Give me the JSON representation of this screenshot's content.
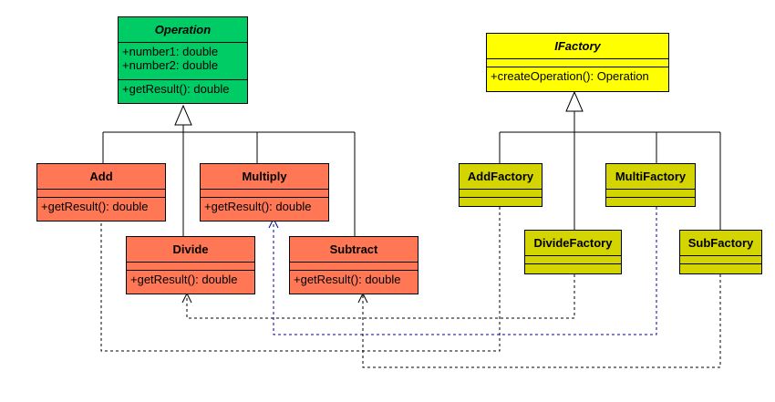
{
  "colors": {
    "operation_fill": "#00cc66",
    "ifactory_fill": "#ffff00",
    "concrete_operation_fill": "#ff7755",
    "concrete_factory_fill": "#d4d400",
    "dependency_black": "#000000",
    "dependency_blue": "#000099"
  },
  "classes": {
    "operation": {
      "name": "Operation",
      "attributes": [
        "+number1: double",
        "+number2: double"
      ],
      "methods": [
        "+getResult(): double"
      ]
    },
    "ifactory": {
      "name": "IFactory",
      "attributes": [],
      "methods": [
        "+createOperation(): Operation"
      ]
    },
    "add": {
      "name": "Add",
      "methods": [
        "+getResult(): double"
      ]
    },
    "multiply": {
      "name": "Multiply",
      "methods": [
        "+getResult(): double"
      ]
    },
    "divide": {
      "name": "Divide",
      "methods": [
        "+getResult(): double"
      ]
    },
    "subtract": {
      "name": "Subtract",
      "methods": [
        "+getResult(): double"
      ]
    },
    "add_factory": {
      "name": "AddFactory"
    },
    "multi_factory": {
      "name": "MultiFactory"
    },
    "divide_factory": {
      "name": "DivideFactory"
    },
    "sub_factory": {
      "name": "SubFactory"
    }
  },
  "relationships": [
    {
      "type": "generalization",
      "from": "Add",
      "to": "Operation"
    },
    {
      "type": "generalization",
      "from": "Multiply",
      "to": "Operation"
    },
    {
      "type": "generalization",
      "from": "Divide",
      "to": "Operation"
    },
    {
      "type": "generalization",
      "from": "Subtract",
      "to": "Operation"
    },
    {
      "type": "generalization",
      "from": "AddFactory",
      "to": "IFactory"
    },
    {
      "type": "generalization",
      "from": "MultiFactory",
      "to": "IFactory"
    },
    {
      "type": "generalization",
      "from": "DivideFactory",
      "to": "IFactory"
    },
    {
      "type": "generalization",
      "from": "SubFactory",
      "to": "IFactory"
    },
    {
      "type": "dependency",
      "from": "AddFactory",
      "to": "Add"
    },
    {
      "type": "dependency",
      "from": "MultiFactory",
      "to": "Multiply"
    },
    {
      "type": "dependency",
      "from": "DivideFactory",
      "to": "Divide"
    },
    {
      "type": "dependency",
      "from": "SubFactory",
      "to": "Subtract"
    }
  ]
}
